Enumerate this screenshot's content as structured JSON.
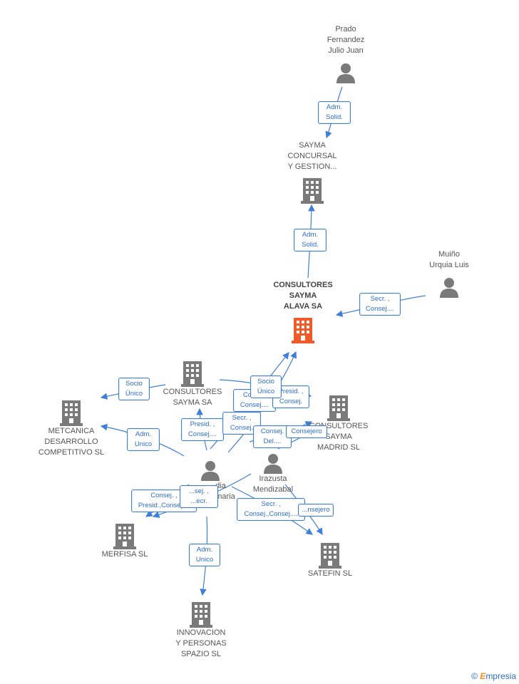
{
  "nodes": {
    "prado": {
      "label": "Prado\nFernandez\nJulio Juan",
      "type": "person"
    },
    "sayma_concursal": {
      "label": "SAYMA\nCONCURSAL\nY GESTION...",
      "type": "company"
    },
    "muino": {
      "label": "Muiño\nUrquia Luis",
      "type": "person"
    },
    "consultores_alava": {
      "label": "CONSULTORES\nSAYMA\nALAVA SA",
      "type": "company-main"
    },
    "consultores_sa": {
      "label": "CONSULTORES\nSAYMA SA",
      "type": "company"
    },
    "metcanica": {
      "label": "METCANICA\nDESARROLLO\nCOMPETITIVO SL",
      "type": "company"
    },
    "madrid": {
      "label": "CONSULTORES\nSAYMA\nMADRID SL",
      "type": "company"
    },
    "person_a": {
      "label": "...dia\n...n- maria",
      "type": "person"
    },
    "irazusta": {
      "label": "Irazusta\nMendizabal",
      "type": "person"
    },
    "merfisa": {
      "label": "MERFISA SL",
      "type": "company"
    },
    "satefin": {
      "label": "SATEFIN SL",
      "type": "company"
    },
    "innovacion": {
      "label": "INNOVACION\nY PERSONAS\nSPAZIO SL",
      "type": "company"
    }
  },
  "relations": [
    {
      "text": "Adm.\nSolid."
    },
    {
      "text": "Adm.\nSolid."
    },
    {
      "text": "Secr. ,\nConsej...."
    },
    {
      "text": "Socio\nÚnico"
    },
    {
      "text": "Adm.\nUnico"
    },
    {
      "text": "Presid. ,\nConsej...."
    },
    {
      "text": "Consej.\nConsej...."
    },
    {
      "text": "Secr. ,\nConsej."
    },
    {
      "text": "Presid. ,\nConsej."
    },
    {
      "text": "Socio\nÚnico"
    },
    {
      "text": "Consej.\nDel...."
    },
    {
      "text": "Consejero"
    },
    {
      "text": "Consej. ,\nPresid.,Consej...."
    },
    {
      "text": "...sej. ,\n...ecr."
    },
    {
      "text": "Secr. ,\nConsej.,Consej...."
    },
    {
      "text": "...nsejero"
    },
    {
      "text": "Adm.\nUnico"
    }
  ],
  "footer": {
    "copyright": "©",
    "brand_first": "E",
    "brand_rest": "mpresia"
  },
  "colors": {
    "edge": "#3f7fd8",
    "icon": "#7a7a7a",
    "main_icon": "#f05a28"
  }
}
